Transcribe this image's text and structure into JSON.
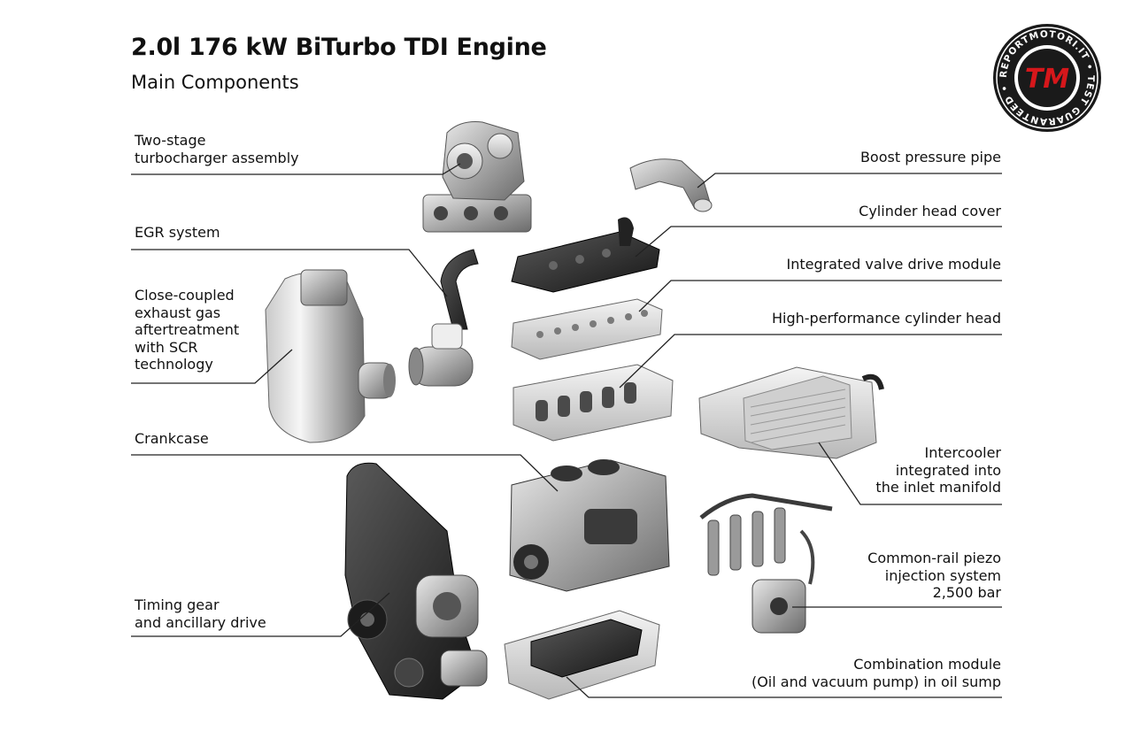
{
  "header": {
    "title": "2.0l 176 kW BiTurbo TDI Engine",
    "subtitle": "Main Components"
  },
  "labels": {
    "turbocharger": [
      "Two-stage",
      "turbocharger assembly"
    ],
    "egr": [
      "EGR system"
    ],
    "aftertreatment": [
      "Close-coupled",
      "exhaust gas",
      "aftertreatment",
      "with SCR",
      "technology"
    ],
    "crankcase": [
      "Crankcase"
    ],
    "timing": [
      "Timing gear",
      "and ancillary drive"
    ],
    "boost_pipe": [
      "Boost pressure pipe"
    ],
    "head_cover": [
      "Cylinder head cover"
    ],
    "valve_drive": [
      "Integrated valve drive module"
    ],
    "cylinder_head": [
      "High-performance cylinder head"
    ],
    "intercooler": [
      "Intercooler",
      "integrated into",
      "the inlet manifold"
    ],
    "injection": [
      "Common-rail piezo",
      "injection system",
      "2,500 bar"
    ],
    "combination": [
      "Combination module",
      "(Oil and vacuum pump) in oil sump"
    ]
  },
  "badge": {
    "logo": "TM",
    "ring_text": "REPORTMOTORI.IT • TEST GUARANTEED •"
  },
  "colors": {
    "leader": "#222222",
    "badge_ring": "#1a1a1a",
    "badge_accent": "#d6171b"
  }
}
